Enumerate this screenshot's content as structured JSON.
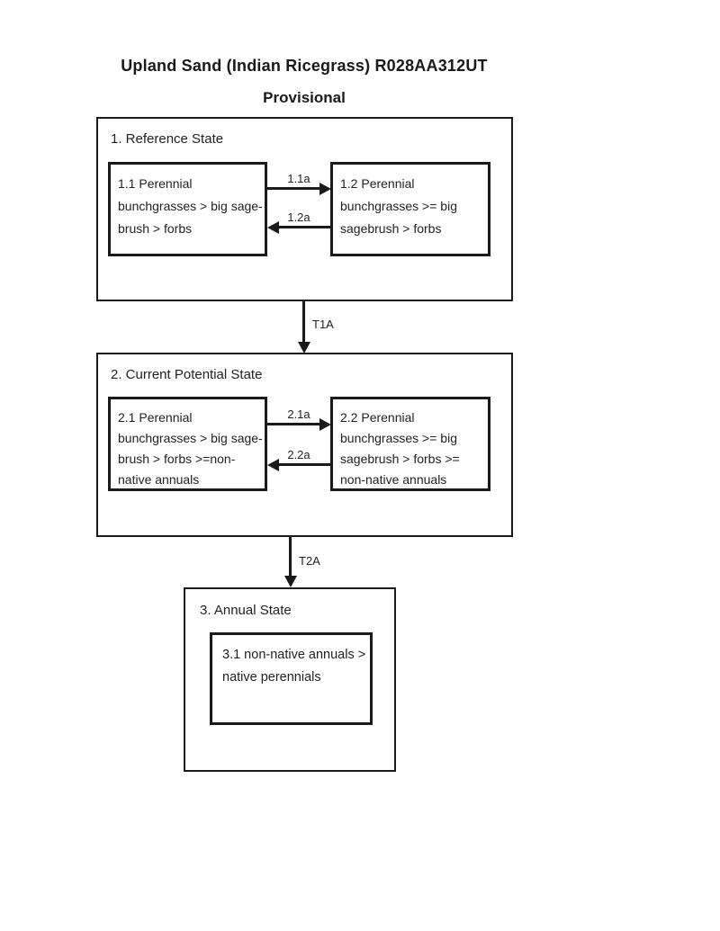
{
  "diagram": {
    "title": "Upland Sand (Indian Ricegrass) R028AA312UT",
    "subtitle": "Provisional"
  },
  "states": [
    {
      "title": "1. Reference State",
      "communities": [
        {
          "lines": [
            "1.1 Perennial",
            "bunchgrasses > big sage-",
            "brush > forbs"
          ]
        },
        {
          "lines": [
            "1.2 Perennial",
            "bunchgrasses >= big",
            "sagebrush > forbs"
          ]
        }
      ],
      "pathways": {
        "right": "1.1a",
        "left": "1.2a"
      }
    },
    {
      "title": "2. Current Potential State",
      "communities": [
        {
          "lines": [
            "2.1 Perennial",
            "bunchgrasses > big sage-",
            "brush > forbs >=non-",
            "native annuals"
          ]
        },
        {
          "lines": [
            "2.2 Perennial",
            "bunchgrasses >= big",
            "sagebrush > forbs >=",
            "non-native annuals"
          ]
        }
      ],
      "pathways": {
        "right": "2.1a",
        "left": "2.2a"
      }
    },
    {
      "title": "3. Annual State",
      "communities": [
        {
          "lines": [
            "3.1 non-native annuals >",
            "native perennials"
          ]
        }
      ]
    }
  ],
  "transitions": [
    {
      "label": "T1A"
    },
    {
      "label": "T2A"
    }
  ],
  "colors": {
    "ink": "#1a1a1a",
    "paper": "#ffffff"
  }
}
